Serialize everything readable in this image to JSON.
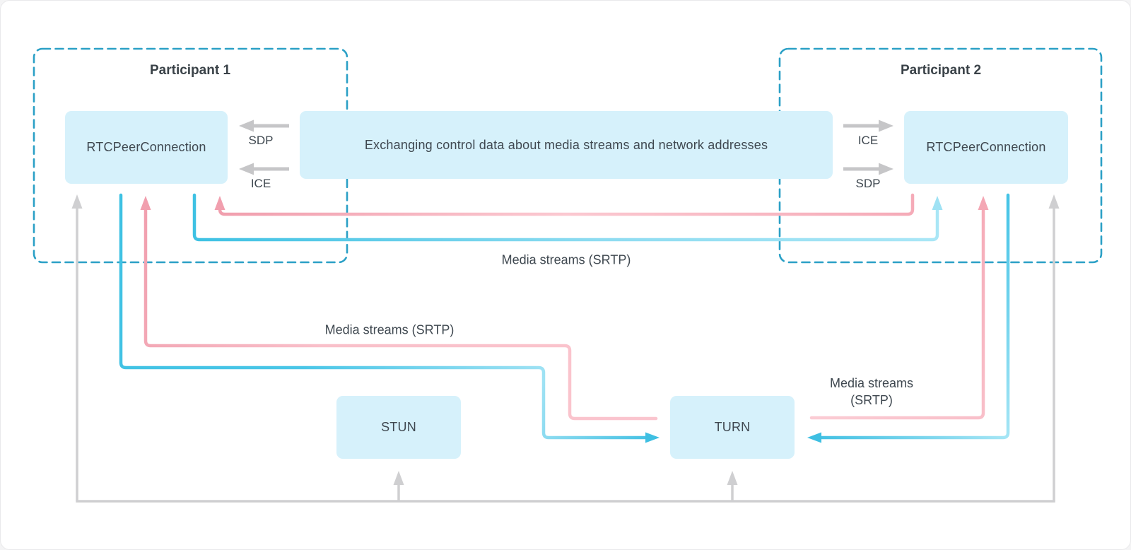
{
  "diagram": {
    "participants": {
      "p1_title": "Participant 1",
      "p2_title": "Participant 2"
    },
    "boxes": {
      "rtc1": "RTCPeerConnection",
      "rtc2": "RTCPeerConnection",
      "signaling": "Exchanging control data about media streams and network addresses",
      "stun": "STUN",
      "turn": "TURN"
    },
    "signaling_labels": {
      "p1_sdp": "SDP",
      "p1_ice": "ICE",
      "p2_ice": "ICE",
      "p2_sdp": "SDP"
    },
    "media_labels": {
      "direct": "Media streams (SRTP)",
      "p1_relay": "Media streams (SRTP)",
      "p2_relay_line1": "Media streams",
      "p2_relay_line2": "(SRTP)"
    },
    "colors": {
      "dashed_border": "#2ba0c6",
      "box_fill": "#d6f1fb",
      "cyan_line": "#3ec1e3",
      "light_cyan_line": "#a5e5f5",
      "pink_line": "#f19fae",
      "light_pink_line": "#fbccd4",
      "gray_line": "#cfcfd1",
      "text": "#3f4850"
    }
  }
}
